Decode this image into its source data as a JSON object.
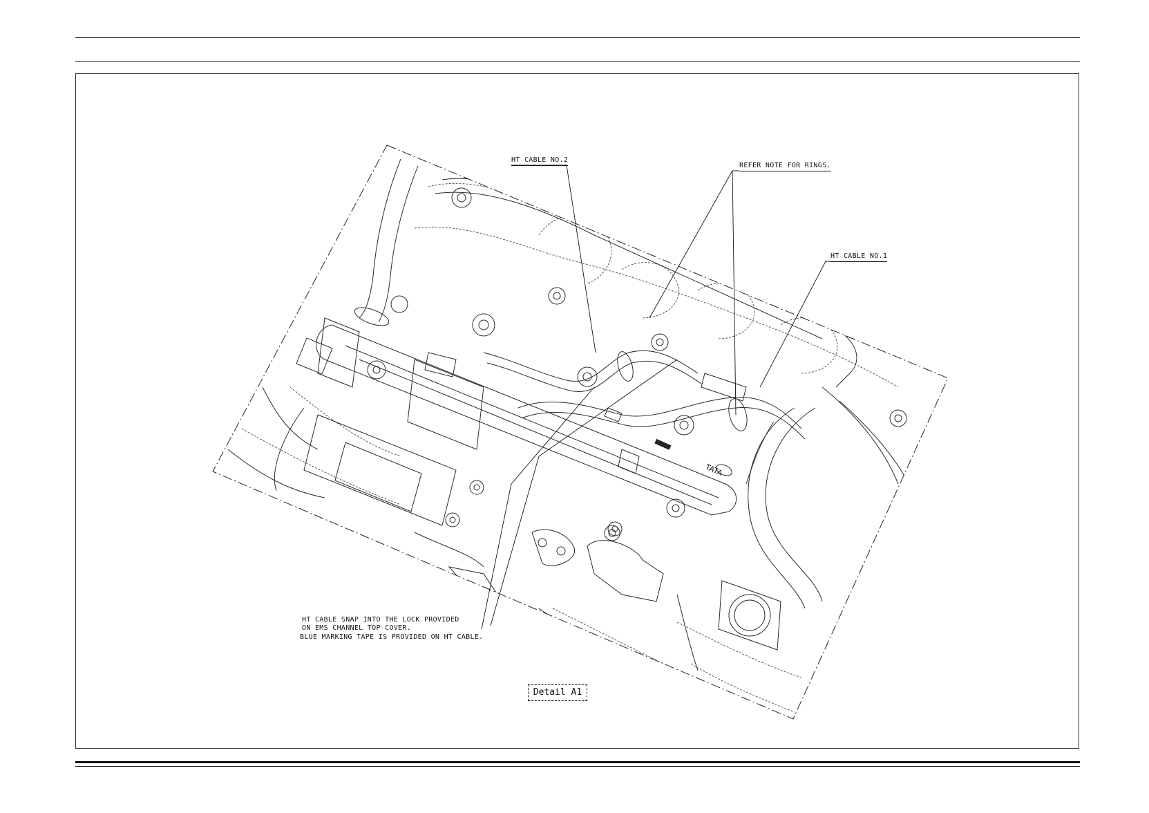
{
  "callouts": {
    "ht_cable_no2": "HT CABLE NO.2",
    "refer_note_rings": "REFER NOTE FOR RINGS.",
    "ht_cable_no1": "HT CABLE NO.1",
    "snap_note_line1": "HT CABLE SNAP INTO THE LOCK PROVIDED",
    "snap_note_line2": "ON EMS CHANNEL TOP COVER.",
    "tape_note": "BLUE MARKING TAPE IS PROVIDED  ON HT CABLE."
  },
  "detail": {
    "label": "Detail A1"
  },
  "logo": {
    "brand": "TATA"
  }
}
